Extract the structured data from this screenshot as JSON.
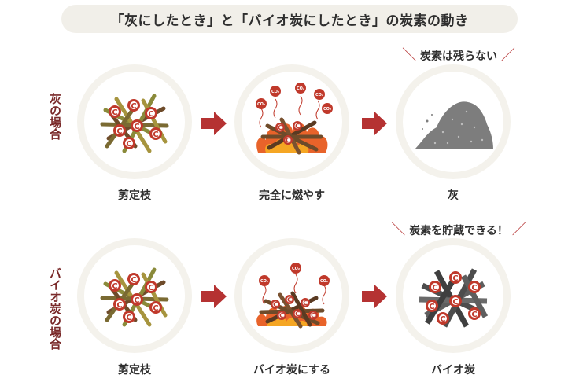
{
  "title": "「灰にしたとき」と「バイオ炭にしたとき」の炭素の動き",
  "rows": [
    {
      "label": "灰の場合",
      "note": "炭素は残らない",
      "steps": [
        {
          "caption": "剪定枝"
        },
        {
          "caption": "完全に燃やす"
        },
        {
          "caption": "灰"
        }
      ]
    },
    {
      "label": "バイオ炭の場合",
      "note": "炭素を貯蔵できる！",
      "steps": [
        {
          "caption": "剪定枝"
        },
        {
          "caption": "バイオ炭にする"
        },
        {
          "caption": "バイオ炭"
        }
      ]
    }
  ],
  "symbols": {
    "carbon": "C",
    "co2": "CO₂"
  },
  "colors": {
    "accent": "#b53232",
    "branch_olive": "#8a8a3a",
    "branch_brown": "#6e4b2a",
    "flame": "#e8632a",
    "ash": "#7d7d7d",
    "charcoal": "#4d4d4d",
    "circle_bg": "#f4f2ec"
  }
}
